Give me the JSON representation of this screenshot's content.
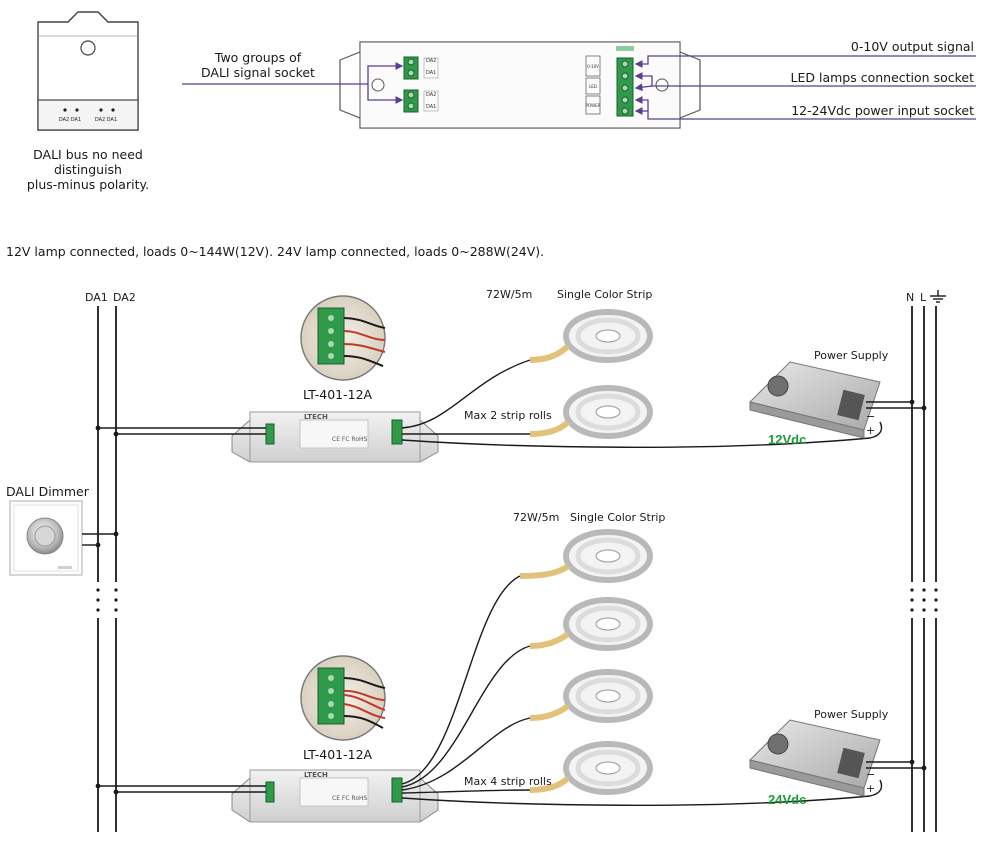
{
  "top_panel": {
    "device_note_line1": "DALI bus no need",
    "device_note_line2": "distinguish",
    "device_note_line3": "plus-minus polarity.",
    "dali_socket_line1": "Two groups of",
    "dali_socket_line2": "DALI signal socket",
    "out_signal": "0-10V output signal",
    "led_socket": "LED lamps connection socket",
    "power_socket": "12-24Vdc power input socket",
    "socket_labels": [
      "DA2",
      "DA1",
      "DA2",
      "DA1"
    ]
  },
  "load_note": "12V lamp connected, loads 0~144W(12V). 24V lamp connected, loads 0~288W(24V).",
  "bus": {
    "da1": "DA1",
    "da2": "DA2",
    "n": "N",
    "l": "L",
    "ground_icon": "ground-icon"
  },
  "dimmer": {
    "title": "DALI Dimmer"
  },
  "group1": {
    "model": "LT-401-12A",
    "strip_power": "72W/5m",
    "strip_type": "Single Color Strip",
    "max_rolls": "Max 2 strip rolls",
    "psu_label": "Power Supply",
    "voltage": "12Vdc",
    "brand": "LTECH",
    "cert": "CE FC RoHS"
  },
  "group2": {
    "model": "LT-401-12A",
    "strip_power": "72W/5m",
    "strip_type": "Single Color Strip",
    "max_rolls": "Max 4 strip rolls",
    "psu_label": "Power Supply",
    "voltage": "24Vdc",
    "brand": "LTECH",
    "cert": "CE FC RoHS"
  },
  "colors": {
    "wire": "#1a1a1a",
    "annotation_line": "#5b3f8f",
    "terminal_green": "#2e9a4a",
    "voltage_green": "#1f9a3a",
    "device_body": "#e6e6e6"
  }
}
